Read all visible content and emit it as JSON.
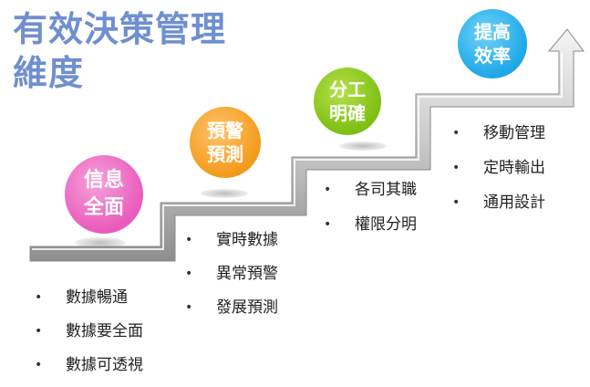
{
  "title": {
    "line1": "有效決策管理",
    "line2": "維度"
  },
  "steps": [
    {
      "label_line1": "信息",
      "label_line2": "全面",
      "color": "#E95BBC",
      "points": [
        "數據暢通",
        "數據要全面",
        "數據可透視"
      ]
    },
    {
      "label_line1": "預警",
      "label_line2": "預測",
      "color": "#F39A1C",
      "points": [
        "實時數據",
        "異常預警",
        "發展預測"
      ]
    },
    {
      "label_line1": "分工",
      "label_line2": "明確",
      "color": "#7DBF13",
      "points": [
        "各司其職",
        "權限分明"
      ]
    },
    {
      "label_line1": "提高",
      "label_line2": "效率",
      "color": "#1EA8E8",
      "points": [
        "移動管理",
        "定時輸出",
        "通用設計"
      ]
    }
  ]
}
